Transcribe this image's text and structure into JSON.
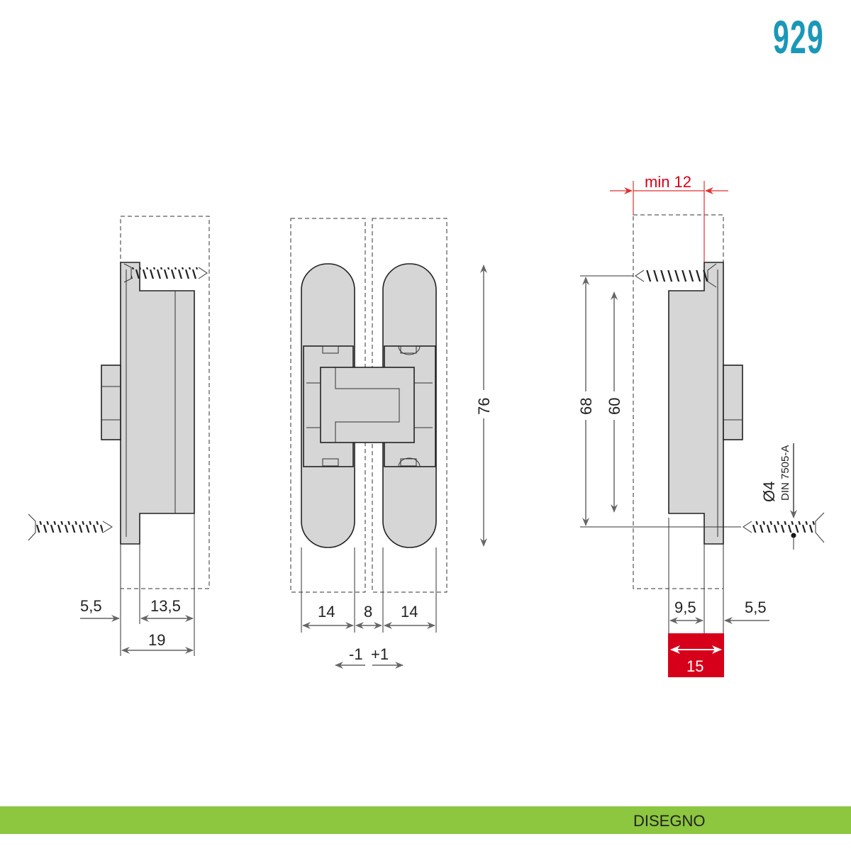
{
  "logo": "929",
  "footer": {
    "label": "DISEGNO"
  },
  "colors": {
    "brand": "#1a98b8",
    "footer": "#8dc63f",
    "highlight": "#d7001a"
  },
  "side_left": {
    "d1": "5,5",
    "d2": "13,5",
    "d3": "19"
  },
  "front": {
    "w1": "14",
    "gap": "8",
    "w2": "14",
    "minus": "-1",
    "plus": "+1",
    "height": "76"
  },
  "side_right": {
    "min": "min 12",
    "h68": "68",
    "h60": "60",
    "screw_d": "Ø4",
    "screw_std": "DIN 7505-A",
    "d1": "9,5",
    "d2": "5,5",
    "d3": "15"
  }
}
